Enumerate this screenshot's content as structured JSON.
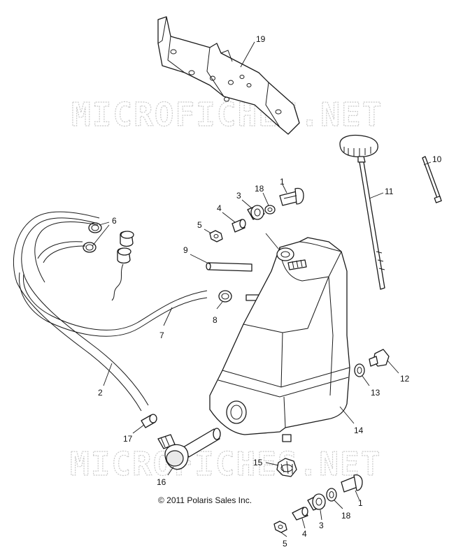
{
  "watermark": {
    "text": "MICROFICHES.NET"
  },
  "copyright": "© 2011 Polaris Sales Inc.",
  "callouts": {
    "c19": "19",
    "c10": "10",
    "c11": "11",
    "c1_top": "1",
    "c18_top": "18",
    "c3_top": "3",
    "c4_top": "4",
    "c5_top": "5",
    "c6": "6",
    "c9": "9",
    "c8": "8",
    "c7": "7",
    "c2": "2",
    "c12": "12",
    "c13": "13",
    "c14": "14",
    "c17": "17",
    "c16": "16",
    "c15": "15",
    "c1_bot": "1",
    "c18_bot": "18",
    "c3_bot": "3",
    "c4_bot": "4",
    "c5_bot": "5"
  }
}
